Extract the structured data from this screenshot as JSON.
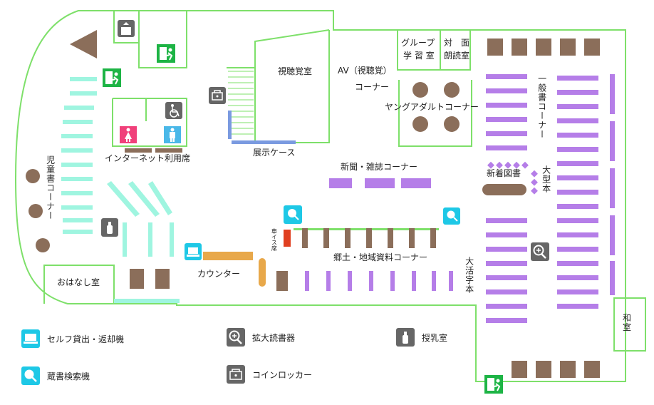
{
  "rooms": {
    "av_room": "視聴覚室",
    "av_corner_1": "AV（視聴覚）",
    "av_corner_2": "コーナー",
    "group_study_1": "グループ",
    "group_study_2": "学 習 室",
    "face_reading_1": "対　面",
    "face_reading_2": "朗読室",
    "young_adult": "ヤングアダルトコーナー",
    "general_books": "一般書コーナー",
    "internet": "インターネット利用席",
    "showcase": "展示ケース",
    "newspapers": "新聞・雑誌コーナー",
    "new_arrivals": "新着図書",
    "large_books": "大型本",
    "children": "児童書コーナー",
    "wheelchair_seat": "車イス席",
    "local_materials": "郷土・地域資料コーナー",
    "large_print": "大活字本",
    "counter": "カウンター",
    "story_room": "おはなし室",
    "japanese_room": "和室"
  },
  "legend": [
    {
      "icon": "self-checkout-icon",
      "label": "セルフ貸出・返却機"
    },
    {
      "icon": "magnifier-reader-icon",
      "label": "拡大読書器"
    },
    {
      "icon": "nursing-room-icon",
      "label": "授乳室"
    },
    {
      "icon": "catalog-search-icon",
      "label": "蔵書検索機"
    },
    {
      "icon": "coin-locker-icon",
      "label": "コインロッカー"
    }
  ],
  "colors": {
    "wall": "#7ee06a",
    "brown": "#8b6e5a",
    "purple": "#b57ee8",
    "cyan_shelf": "#9ff5e0",
    "cyan_icon": "#1ec8e6",
    "gray_icon": "#666666",
    "orange": "#e8a84a",
    "red": "#e04020",
    "exit_green": "#1db445",
    "restroom_women": "#f0407a",
    "restroom_men": "#4ab8e8",
    "blue_showcase": "#7a9ae0"
  }
}
